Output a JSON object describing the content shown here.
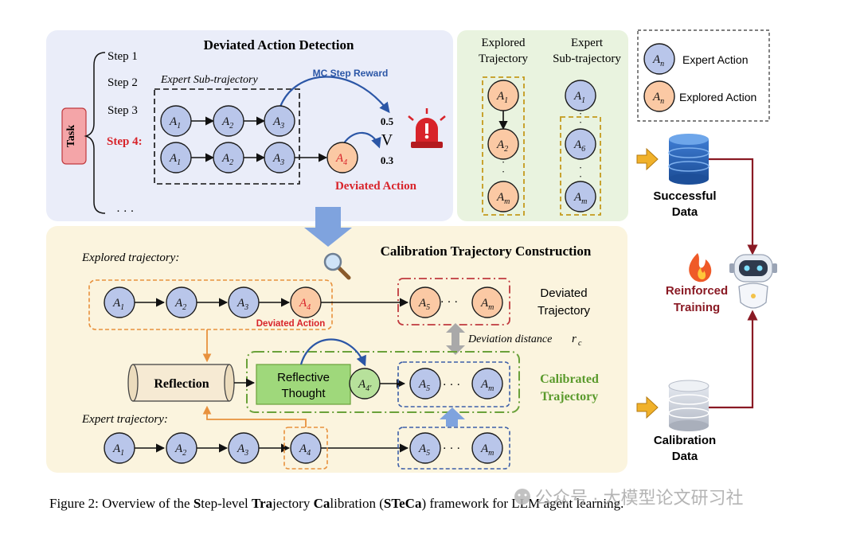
{
  "panels": {
    "detection": {
      "title": "Deviated Action Detection",
      "task_label": "Task",
      "steps": [
        "Step 1",
        "Step 2",
        "Step 3",
        "Step 4:",
        "· · ·"
      ],
      "expert_sub_label": "Expert Sub-trajectory",
      "mc_label": "MC Step Reward",
      "reward_high": "0.5",
      "reward_compare": "V",
      "reward_low": "0.3",
      "deviated_action_label": "Deviated Action"
    },
    "trajectories": {
      "explored_header": [
        "Explored",
        "Trajectory"
      ],
      "expert_header": [
        "Expert",
        "Sub-trajectory"
      ]
    },
    "legend": {
      "expert_action": "Expert Action",
      "explored_action": "Explored Action"
    },
    "calibration": {
      "title": "Calibration Trajectory Construction",
      "explored_label": "Explored trajectory:",
      "expert_label": "Expert trajectory:",
      "deviated_action_small": "Deviated Action",
      "deviated_trajectory": [
        "Deviated",
        "Trajectory"
      ],
      "deviation_distance": "Deviation distance",
      "rc_symbol": "r",
      "rc_sub": "c",
      "reflection": "Reflection",
      "reflective_thought": [
        "Reflective",
        "Thought"
      ],
      "calibrated_trajectory": [
        "Calibrated",
        "Trajectory"
      ]
    },
    "right": {
      "successful_data": [
        "Successful",
        "Data"
      ],
      "calibration_data": [
        "Calibration",
        "Data"
      ],
      "reinforced_training": [
        "Reinforced",
        "Training"
      ]
    }
  },
  "nodes": {
    "A": "A",
    "sub1": "1",
    "sub2": "2",
    "sub3": "3",
    "sub4": "4",
    "sub4p": "4′",
    "sub5": "5",
    "sub6": "6",
    "subm": "m",
    "subn": "n",
    "dots": "· · ·"
  },
  "caption": {
    "prefix": "Figure 2: Overview of the ",
    "s1_bold": "S",
    "s1_rest": "tep-level ",
    "s2_bold": "Tra",
    "s2_rest": "jectory ",
    "s3_bold": "Ca",
    "s3_rest": "libration (",
    "s4_bold": "STeCa",
    "s4_rest": ") framework for LLM agent learning."
  },
  "watermark": "公众号 · 大模型论文研习社",
  "colors": {
    "expert_fill": "#b9c6ea",
    "explored_fill": "#fbc9a4",
    "calibrated_fill": "#b7e19b",
    "deviated_red": "#d8232a",
    "dark_red": "#8a1a24",
    "panel_blue": "#eaedf9",
    "panel_green": "#e9f3df",
    "panel_yellow": "#fbf4de"
  }
}
